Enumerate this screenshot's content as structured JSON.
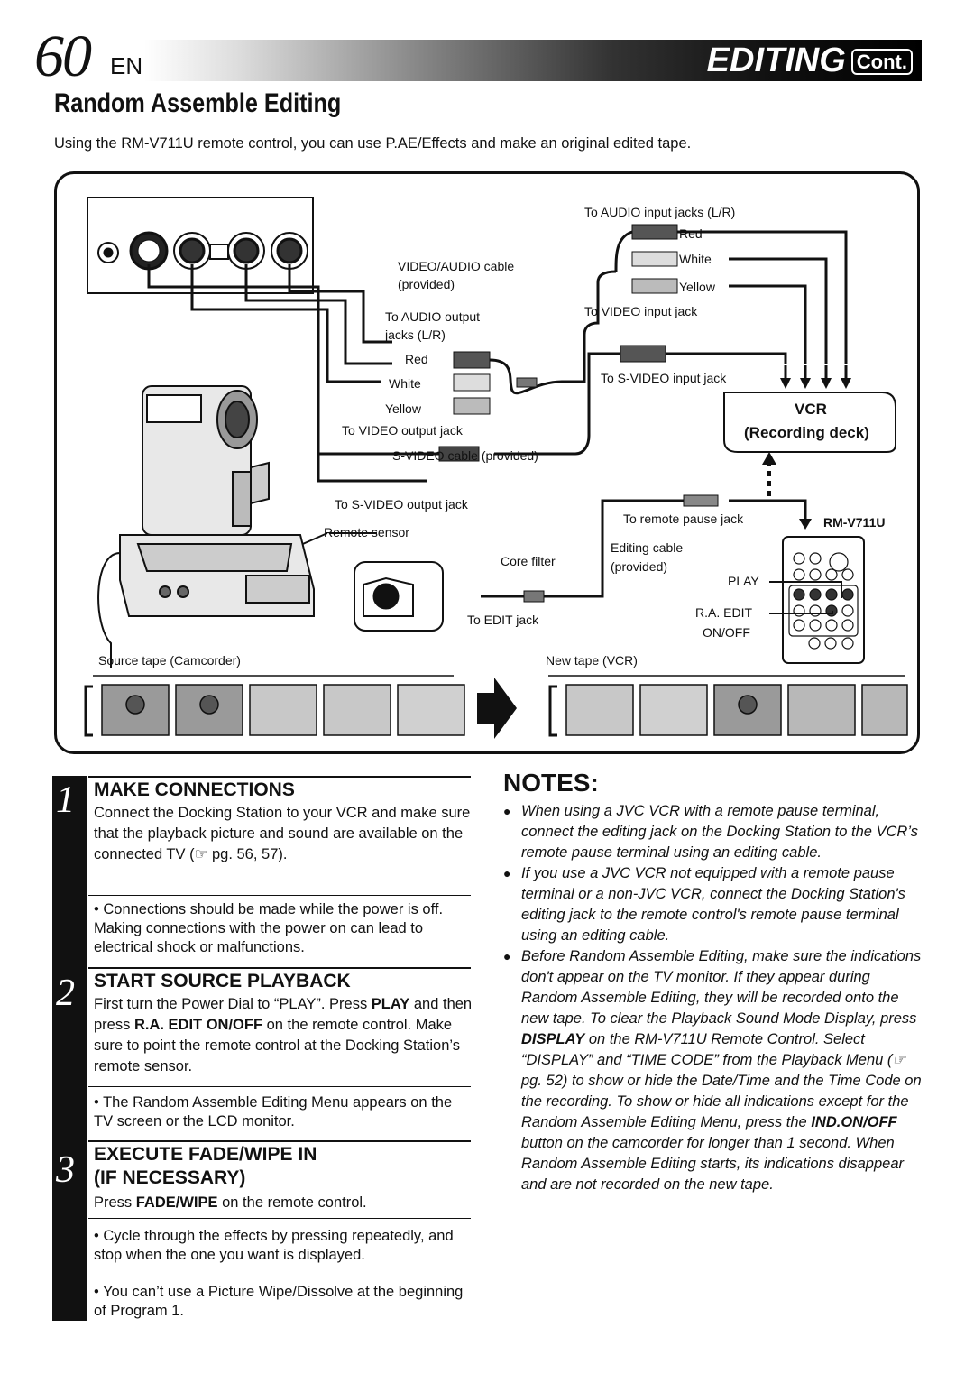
{
  "header": {
    "page_number": "60",
    "lang": "EN",
    "section": "EDITING",
    "cont": "Cont."
  },
  "title": "Random Assemble Editing",
  "intro": "Using the RM-V711U remote control, you can use P.AE/Effects and make an original edited tape.",
  "diagram": {
    "labels": {
      "audio_in": "To AUDIO input jacks (L/R)",
      "red_r": "Red",
      "white_r": "White",
      "yellow_r": "Yellow",
      "av_cable": "VIDEO/AUDIO cable",
      "av_cable2": "(provided)",
      "video_in": "To VIDEO input jack",
      "audio_out": "To AUDIO output",
      "audio_out2": "jacks (L/R)",
      "red_l": "Red",
      "white_l": "White",
      "yellow_l": "Yellow",
      "video_out": "To VIDEO output jack",
      "svideo_in": "To S-VIDEO input jack",
      "vcr": "VCR",
      "vcr2": "(Recording deck)",
      "svideo_cable": "S-VIDEO cable (provided)",
      "svideo_out": "To S-VIDEO output jack",
      "remote_pause": "To remote pause jack",
      "rmv711u": "RM-V711U",
      "remote_sensor": "Remote sensor",
      "editing_cable": "Editing cable",
      "editing_cable2": "(provided)",
      "core_filter": "Core filter",
      "play": "PLAY",
      "ra_edit": "R.A. EDIT",
      "on_off": "ON/OFF",
      "edit_jack": "To EDIT jack",
      "source_tape": "Source tape (Camcorder)",
      "new_tape": "New tape (VCR)"
    }
  },
  "steps": [
    {
      "num": "1",
      "heading": "MAKE CONNECTIONS",
      "text": "Connect the Docking Station to your VCR and make sure that the playback picture and sound are available on the connected TV (☞ pg. 56, 57).",
      "bullets": [
        "• Connections should be made while the power is off. Making connections with the power on can lead to electrical shock or malfunctions."
      ]
    },
    {
      "num": "2",
      "heading": "START SOURCE PLAYBACK",
      "text_a": "First turn the Power Dial to “PLAY”. Press ",
      "text_b": "PLAY",
      "text_c": " and then press ",
      "text_d": "R.A. EDIT ON/OFF",
      "text_e": " on the remote control. Make sure to point the remote control at the Docking Station’s remote sensor.",
      "bullets": [
        "• The Random Assemble Editing Menu appears on the TV screen or the LCD monitor."
      ]
    },
    {
      "num": "3",
      "heading": "EXECUTE FADE/WIPE IN",
      "heading2": "(IF NECESSARY)",
      "text_a": "Press ",
      "text_b": "FADE/WIPE",
      "text_c": " on the remote control.",
      "bullets": [
        "• Cycle through the effects by pressing repeatedly, and stop when the one you want is displayed.",
        "• You can’t use a Picture Wipe/Dissolve at the beginning of Program 1."
      ]
    }
  ],
  "notes": {
    "heading": "NOTES:",
    "n1": "When using a JVC VCR with a remote pause terminal, connect the editing jack on the Docking Station to the VCR’s remote pause terminal using an editing cable.",
    "n2": "If you use a JVC VCR not equipped with a remote pause terminal or a non-JVC VCR, connect the Docking Station's editing jack to the remote control's remote pause terminal using an editing cable.",
    "n3a": "Before Random Assemble Editing, make sure the indications don't appear on the TV monitor. If they appear during Random Assemble Editing, they will be recorded onto the new tape. To clear the Playback Sound Mode Display, press ",
    "n3b": "DISPLAY",
    "n3c": " on the RM-V711U Remote Control. Select “DISPLAY” and “TIME CODE” from the Playback Menu (☞ pg. 52) to show or hide the Date/Time and the Time Code on the recording. To show or hide all indications except for the Random Assemble Editing Menu, press the ",
    "n3d": "IND.ON/OFF",
    "n3e": " button on the camcorder for longer than 1 second. When Random Assemble Editing starts, its indications disappear and are not recorded on the new tape."
  }
}
